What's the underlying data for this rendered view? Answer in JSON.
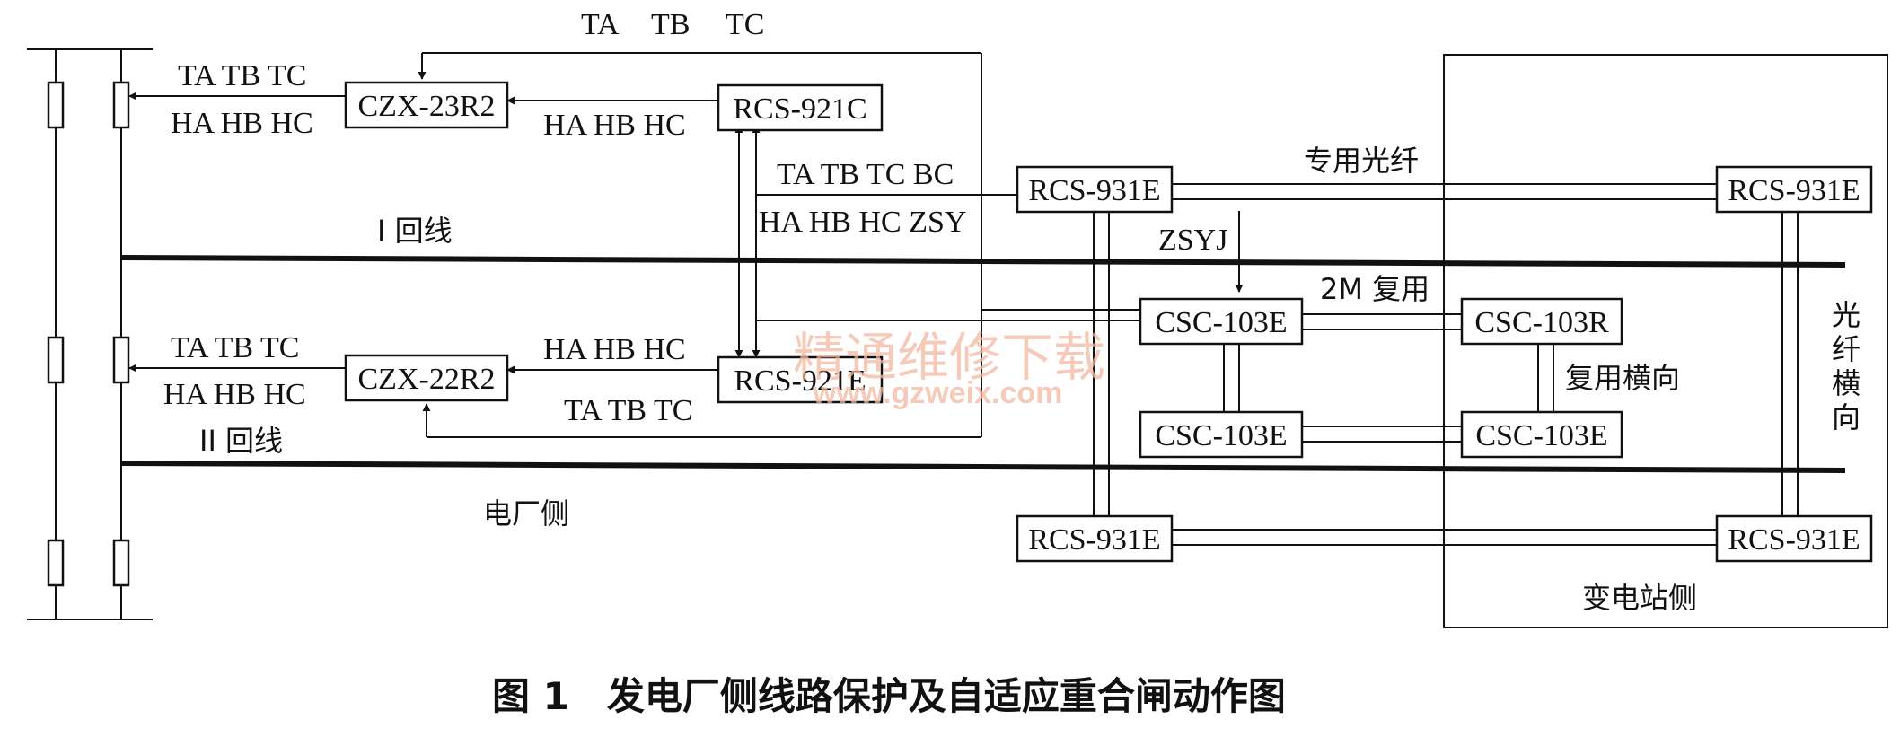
{
  "devices": {
    "czx23": "CZX-23R2",
    "czx22": "CZX-22R2",
    "rcs921c": "RCS-921C",
    "rcs921e": "RCS-921E",
    "rcs931e_top_left": "RCS-931E",
    "rcs931e_top_right": "RCS-931E",
    "rcs931e_bottom_left": "RCS-931E",
    "rcs931e_bottom_right": "RCS-931E",
    "csc103e_upper": "CSC-103E",
    "csc103e_lower": "CSC-103E",
    "csc103r": "CSC-103R",
    "csc103e_right": "CSC-103E"
  },
  "labels": {
    "top_ta": "TA",
    "top_tb": "TB",
    "top_tc": "TC",
    "line1_trip": "TA TB TC",
    "line1_close": "HA HB HC",
    "rcs921c_to_czx23": "HA HB HC",
    "trip_bc": "TA TB TC BC",
    "close_zsy": "HA HB HC ZSY",
    "line1": "I 回线",
    "zsyj": "ZSYJ",
    "line2_trip": "TA TB TC",
    "line2_close": "HA HB HC",
    "rcs921e_to_czx22": "HA HB HC",
    "rcs921e_trip": "TA TB TC",
    "line2": "II 回线",
    "plant_side": "电厂侧",
    "dedicated_fiber": "专用光纤",
    "mux_2m": "2M 复用",
    "mux_cross": "复用横向",
    "fiber_cross": "光纤横向",
    "substation_side": "变电站侧"
  },
  "caption": "图 1　发电厂侧线路保护及自适应重合闸动作图",
  "watermark": {
    "text": "精通维修下载",
    "url": "www.gzweix.com"
  }
}
